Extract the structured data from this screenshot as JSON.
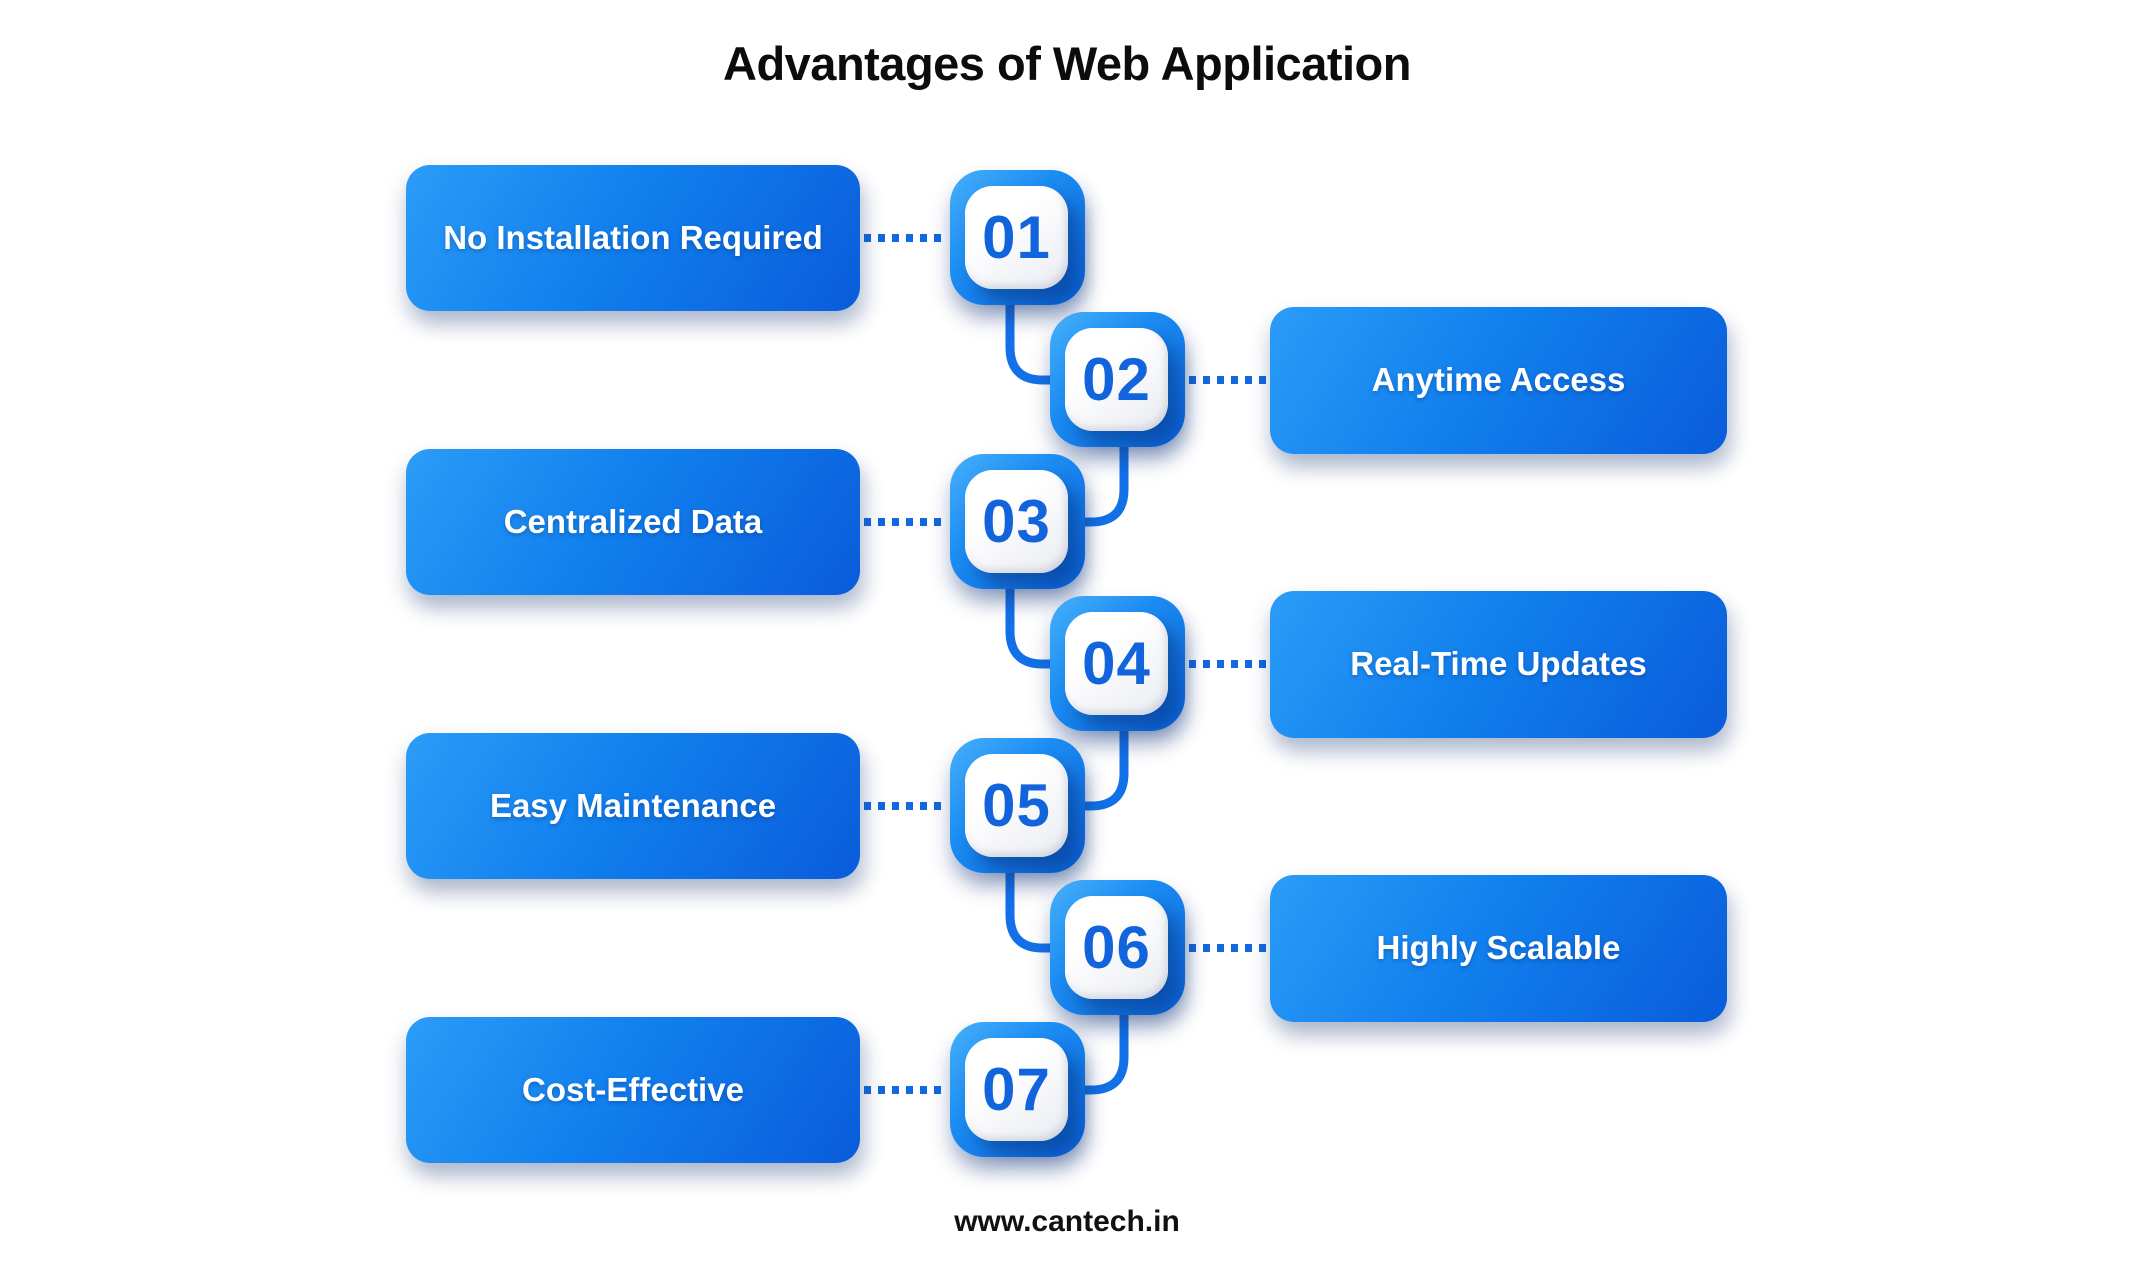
{
  "title": "Advantages of Web Application",
  "footer": {
    "url_label": "www.cantech.in"
  },
  "items": [
    {
      "number": "01",
      "label": "No Installation Required",
      "side": "left"
    },
    {
      "number": "02",
      "label": "Anytime Access",
      "side": "right"
    },
    {
      "number": "03",
      "label": "Centralized Data",
      "side": "left"
    },
    {
      "number": "04",
      "label": "Real-Time Updates",
      "side": "right"
    },
    {
      "number": "05",
      "label": "Easy Maintenance",
      "side": "left"
    },
    {
      "number": "06",
      "label": "Highly Scalable",
      "side": "right"
    },
    {
      "number": "07",
      "label": "Cost-Effective",
      "side": "left"
    }
  ],
  "colors": {
    "box_gradient_start": "#2B9CF7",
    "box_gradient_end": "#0A5CDA",
    "badge_gradient_start": "#47B0FA",
    "badge_gradient_end": "#0A5FD9",
    "badge_number": "#1164DB",
    "connector": "#1271E8",
    "dotted_line": "#1268E0",
    "title_text": "#0C0C0C",
    "label_text": "#FFFFFF",
    "background": "#FFFFFF"
  }
}
